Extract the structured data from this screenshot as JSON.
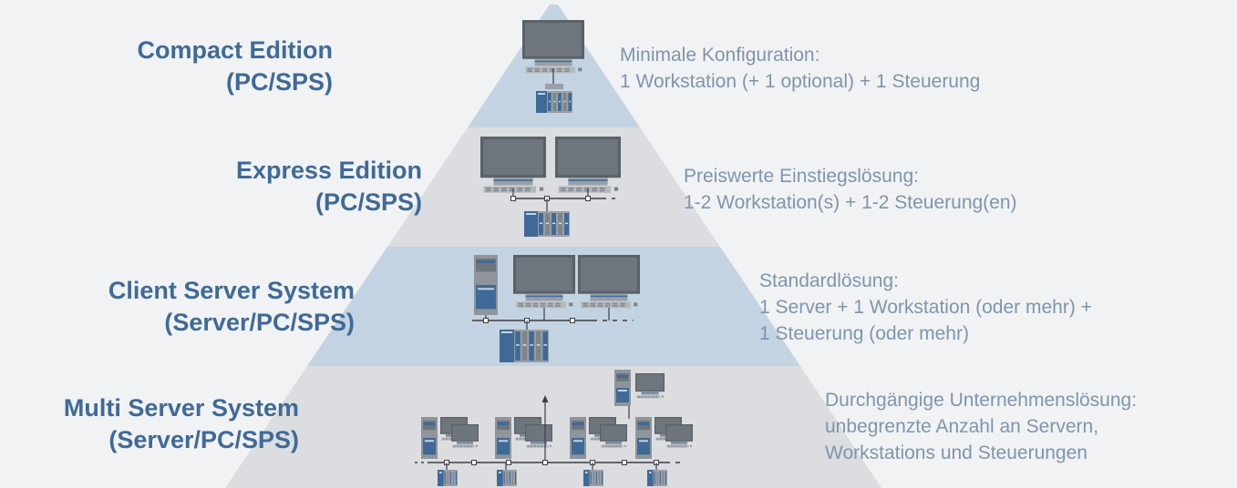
{
  "colors": {
    "background": "#f1f2f4",
    "tier_blue": "#c3d3e1",
    "tier_gray": "#dcdde0",
    "title_text": "#3f6a97",
    "desc_text": "#7f95ab",
    "device_dark": "#4f565d",
    "device_accent": "#3f6a97"
  },
  "tiers": [
    {
      "id": "compact",
      "title": [
        "Compact Edition",
        "(PC/SPS)"
      ],
      "description": [
        "Minimale Konfiguration:",
        "1 Workstation (+ 1 optional) + 1 Steuerung"
      ]
    },
    {
      "id": "express",
      "title": [
        "Express Edition",
        "(PC/SPS)"
      ],
      "description": [
        "Preiswerte Einstiegslösung:",
        "1-2 Workstation(s) + 1-2 Steuerung(en)"
      ]
    },
    {
      "id": "client-server",
      "title": [
        "Client Server System",
        "(Server/PC/SPS)"
      ],
      "description": [
        "Standardlösung:",
        "1 Server + 1 Workstation (oder mehr) +",
        "1 Steuerung (oder mehr)"
      ]
    },
    {
      "id": "multi-server",
      "title": [
        "Multi Server System",
        "(Server/PC/SPS)"
      ],
      "description": [
        "Durchgängige Unternehmenslösung:",
        "unbegrenzte Anzahl an Servern,",
        "Workstations und Steuerungen"
      ]
    }
  ],
  "icons": {
    "workstation": "workstation-icon",
    "server": "server-tower-icon",
    "controller": "plc-controller-icon",
    "network": "network-bus-icon"
  }
}
